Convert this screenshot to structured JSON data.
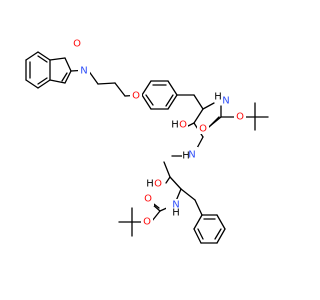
{
  "structure": {
    "labels": {
      "oxazole_N": "N",
      "oxazole_O": "O",
      "ether_O": "O",
      "carbamate1_NH_N": "N",
      "carbamate1_NH_H": "H",
      "carbamate1_O_single": "O",
      "carbamate1_O_double": "O",
      "hydroxyl1_H": "H",
      "hydroxyl1_O": "O",
      "amine_N": "N",
      "amine_H": "H",
      "hydroxyl2_H": "H",
      "hydroxyl2_O": "O",
      "carbamate2_NH_N": "N",
      "carbamate2_NH_H": "H",
      "carbamate2_O_single": "O",
      "carbamate2_O_double": "O"
    },
    "colors": {
      "bond": "#000000",
      "oxygen": "#ff0d0d",
      "nitrogen": "#3050f8",
      "hydrogen": "#000000"
    }
  }
}
